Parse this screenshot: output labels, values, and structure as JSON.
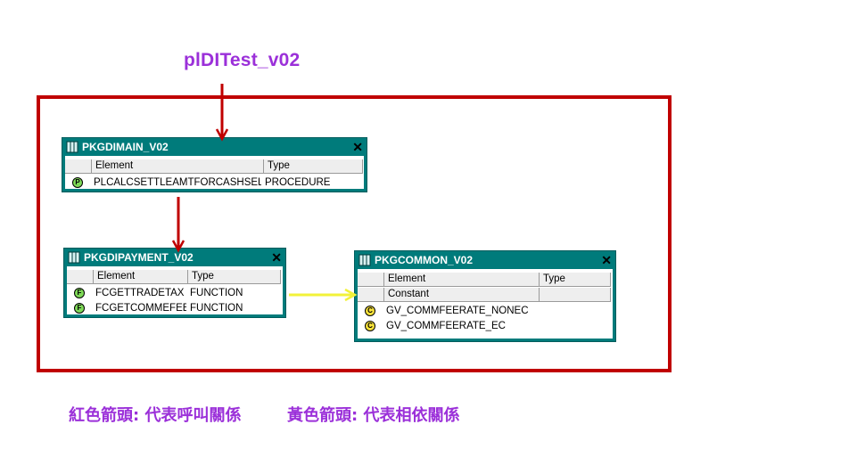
{
  "title": "plDITest_v02",
  "packages": {
    "main": {
      "name": "PKGDIMAIN_V02",
      "columns": [
        "Element",
        "Type"
      ],
      "rows": [
        {
          "icon": "P",
          "element": "PLCALCSETTLEAMTFORCASHSELL",
          "type": "PROCEDURE"
        }
      ]
    },
    "payment": {
      "name": "PKGDIPAYMENT_V02",
      "columns": [
        "Element",
        "Type"
      ],
      "rows": [
        {
          "icon": "F",
          "element": "FCGETTRADETAX",
          "type": "FUNCTION"
        },
        {
          "icon": "F",
          "element": "FCGETCOMMEFEE",
          "type": "FUNCTION"
        }
      ]
    },
    "common": {
      "name": "PKGCOMMON_V02",
      "columns": [
        "Element",
        "Type"
      ],
      "section": "Constant",
      "rows": [
        {
          "icon": "C",
          "element": "GV_COMMFEERATE_NONEC",
          "type": ""
        },
        {
          "icon": "C",
          "element": "GV_COMMFEERATE_EC",
          "type": ""
        }
      ]
    }
  },
  "close_glyph": "✕",
  "legend": {
    "red": "紅色箭頭: 代表呼叫關係",
    "yellow": "黃色箭頭: 代表相依關係"
  },
  "colors": {
    "red": "#c00000",
    "yellow": "#f2f23a",
    "header": "#007b7b",
    "title": "#9b30d9"
  }
}
